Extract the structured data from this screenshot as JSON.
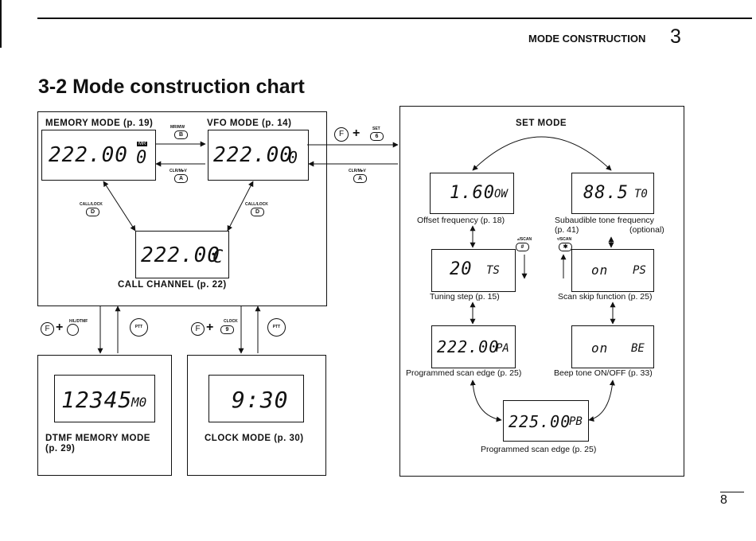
{
  "header": {
    "section": "MODE CONSTRUCTION",
    "chapter": "3"
  },
  "title": "3-2 Mode construction chart",
  "page_number": "8",
  "memory_mode": {
    "label": "MEMORY MODE (p. 19)",
    "display": "222.00",
    "sub": "0",
    "badge": "MR"
  },
  "vfo_mode": {
    "label": "VFO MODE (p. 14)",
    "display": "222.00",
    "sub": "0"
  },
  "call_channel": {
    "label": "CALL CHANNEL (p. 22)",
    "display": "222.00",
    "sub": "C"
  },
  "dtmf_mode": {
    "label_line1": "DTMF MEMORY MODE",
    "label_line2": "(p. 29)",
    "display": "12345",
    "sub": "M0"
  },
  "clock_mode": {
    "label": "CLOCK MODE (p. 30)",
    "display": "9:30"
  },
  "set_mode": {
    "label": "SET MODE",
    "offset": {
      "display": "1.60",
      "sub": "OW",
      "caption": "Offset frequency (p. 18)"
    },
    "subtone": {
      "display": "88.5",
      "sub": "T0",
      "caption_line1": "Subaudible tone frequency",
      "caption_line2": "(p. 41)",
      "caption_optional": "(optional)"
    },
    "tuning": {
      "display": "20",
      "sub": "TS",
      "caption": "Tuning step (p. 15)"
    },
    "scanskip": {
      "display": "on",
      "sub": "PS",
      "caption": "Scan skip function (p. 25)"
    },
    "progedge": {
      "display": "222.00",
      "sub": "PA",
      "caption": "Programmed scan edge (p. 25)"
    },
    "beep": {
      "display": "on",
      "sub": "BE",
      "caption": "Beep tone ON/OFF (p. 33)"
    },
    "progedge2": {
      "display": "225.00",
      "sub": "PB",
      "caption": "Programmed scan edge (p. 25)"
    }
  },
  "keys": {
    "mrmw": "MR/MW",
    "mrmw_btn": "B",
    "clrmv1": "CLR/M▸V",
    "clrmv1_btn": "A",
    "clrmv2": "CLR/M▸V",
    "clrmv2_btn": "A",
    "calllock1": "CALL/LOCK",
    "calllock1_btn": "D",
    "calllock2": "CALL/LOCK",
    "calllock2_btn": "D",
    "set": "SET",
    "set_btn": "6",
    "f1": "F",
    "f2": "F",
    "f3": "F",
    "plus1": "+",
    "plus2": "+",
    "plus3": "+",
    "hldtmf": "H/L/DTMF",
    "clock": "CLOCK",
    "clock_btn": "9",
    "ptt1": "PTT",
    "ptt2": "PTT",
    "upscan": "▵/SCAN",
    "upscan_btn": "#",
    "dnscan": "▿/SCAN",
    "dnscan_btn": "✱"
  }
}
